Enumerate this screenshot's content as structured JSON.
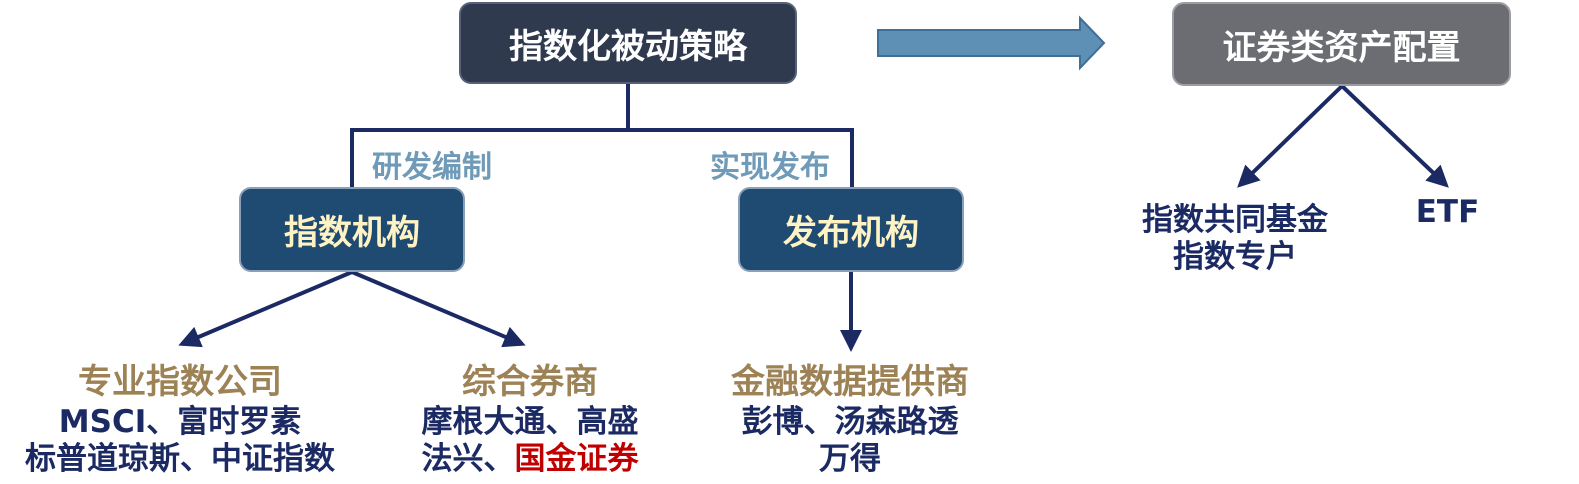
{
  "top": {
    "strategy": "指数化被动策略",
    "allocation": "证券类资产配置"
  },
  "branch_labels": {
    "left": "研发编制",
    "right": "实现发布"
  },
  "institutions": {
    "index": "指数机构",
    "publish": "发布机构"
  },
  "groups": {
    "pro_index": {
      "title": "专业指数公司",
      "line1": "MSCI、富时罗素",
      "line2": "标普道琼斯、中证指数"
    },
    "broker": {
      "title": "综合券商",
      "line1": "摩根大通、高盛",
      "line2_a": "法兴、",
      "line2_b": "国金证券"
    },
    "data_vendor": {
      "title": "金融数据提供商",
      "line1": "彭博、汤森路透",
      "line2": "万得"
    }
  },
  "products": {
    "fund_line1": "指数共同基金",
    "fund_line2": "指数专户",
    "etf": "ETF"
  },
  "colors": {
    "navy": "#1b2a63",
    "gold": "#9c8254",
    "red": "#c00000",
    "label_blue": "#6f9bb8",
    "arrow_fill": "#5e8fb5"
  }
}
